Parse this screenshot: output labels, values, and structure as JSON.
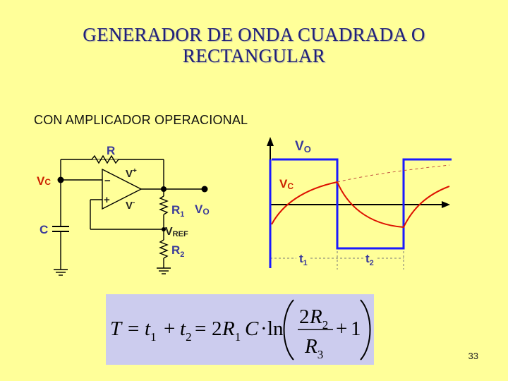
{
  "title": {
    "line1": "GENERADOR DE ONDA CUADRADA O",
    "line2": "RECTANGULAR"
  },
  "subtitle": "CON AMPLICADOR OPERACIONAL",
  "circuit": {
    "r_label": "R",
    "vc_label": "V",
    "vc_sub": "C",
    "c_label": "C",
    "vplus": "V",
    "vplus_sup": "+",
    "vminus": "V",
    "vminus_sup": "-",
    "minus_sign": "−",
    "plus_sign": "+",
    "r1": "R",
    "r1_sub": "1",
    "vo": "V",
    "vo_sub": "O",
    "vref": "V",
    "vref_sub": "REF",
    "r2": "R",
    "r2_sub": "2"
  },
  "waveform": {
    "vo": "V",
    "vo_sub": "O",
    "vc": "V",
    "vc_sub": "C",
    "t1": "t",
    "t1_sub": "1",
    "t2": "t",
    "t2_sub": "2"
  },
  "formula": {
    "T": "T",
    "eq1": "=",
    "t": "t",
    "sub1": "1",
    "plus": "+",
    "sub2": "2",
    "eq2": "=",
    "two": "2",
    "R": "R",
    "C": "C",
    "dot": "·",
    "ln": "ln",
    "num2": "2",
    "R2": "R",
    "R2sub": "2",
    "plus1": "+",
    "one": "1",
    "R3": "R",
    "R3sub": "3"
  },
  "page_number": "33",
  "colors": {
    "background": "#ffff99",
    "square_wave": "#1a1aff",
    "capacitor_wave": "#dd1100",
    "formula_box": "#ccccee"
  }
}
